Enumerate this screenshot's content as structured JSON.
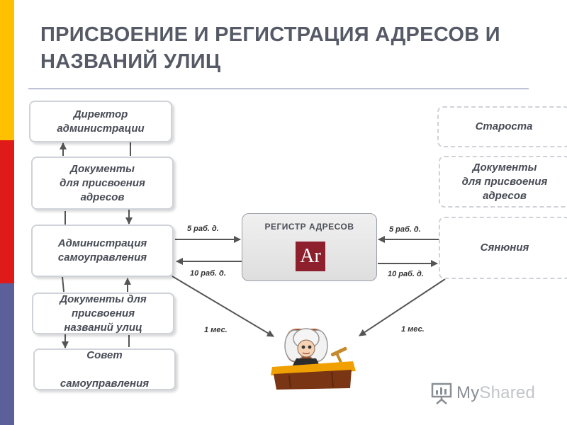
{
  "colors": {
    "stripe": [
      "#ffc000",
      "#e01919",
      "#5b5f9a"
    ],
    "title": "#555a66",
    "registry_logo": "#8e1f2c",
    "arrow": "#555555"
  },
  "title": {
    "line1": "ПРИСВОЕНИЕ И РЕГИСТРАЦИЯ АДРЕСОВ И",
    "line2": "НАЗВАНИЙ УЛИЦ"
  },
  "left_column": {
    "director": "Директор\nадминистрации",
    "documents_addresses": "Документы\nдля присвоения\nадресов",
    "administration": "Администрация\nсамоуправления",
    "documents_streets": "Документы для\nприсвоения\nназваний улиц",
    "council": "Совет\n\nсамоуправления"
  },
  "right_column": {
    "elder": "Староста",
    "documents_addresses": "Документы\nдля присвоения\nадресов",
    "village": "Сянюния"
  },
  "registry": {
    "title": "РЕГИСТР АДРЕСОВ",
    "logo": "Ar"
  },
  "flow_labels": {
    "left_to_registry": "5 раб. д.",
    "registry_to_left": "10 раб. д.",
    "right_to_registry": "5 раб. д.",
    "registry_to_right": "10 раб. д.",
    "left_to_judge": "1 мес.",
    "right_to_judge": "1 мес."
  },
  "watermark": {
    "brand_prefix": "My",
    "brand_suffix": "Shared",
    "icon": "presentation-board-icon"
  }
}
